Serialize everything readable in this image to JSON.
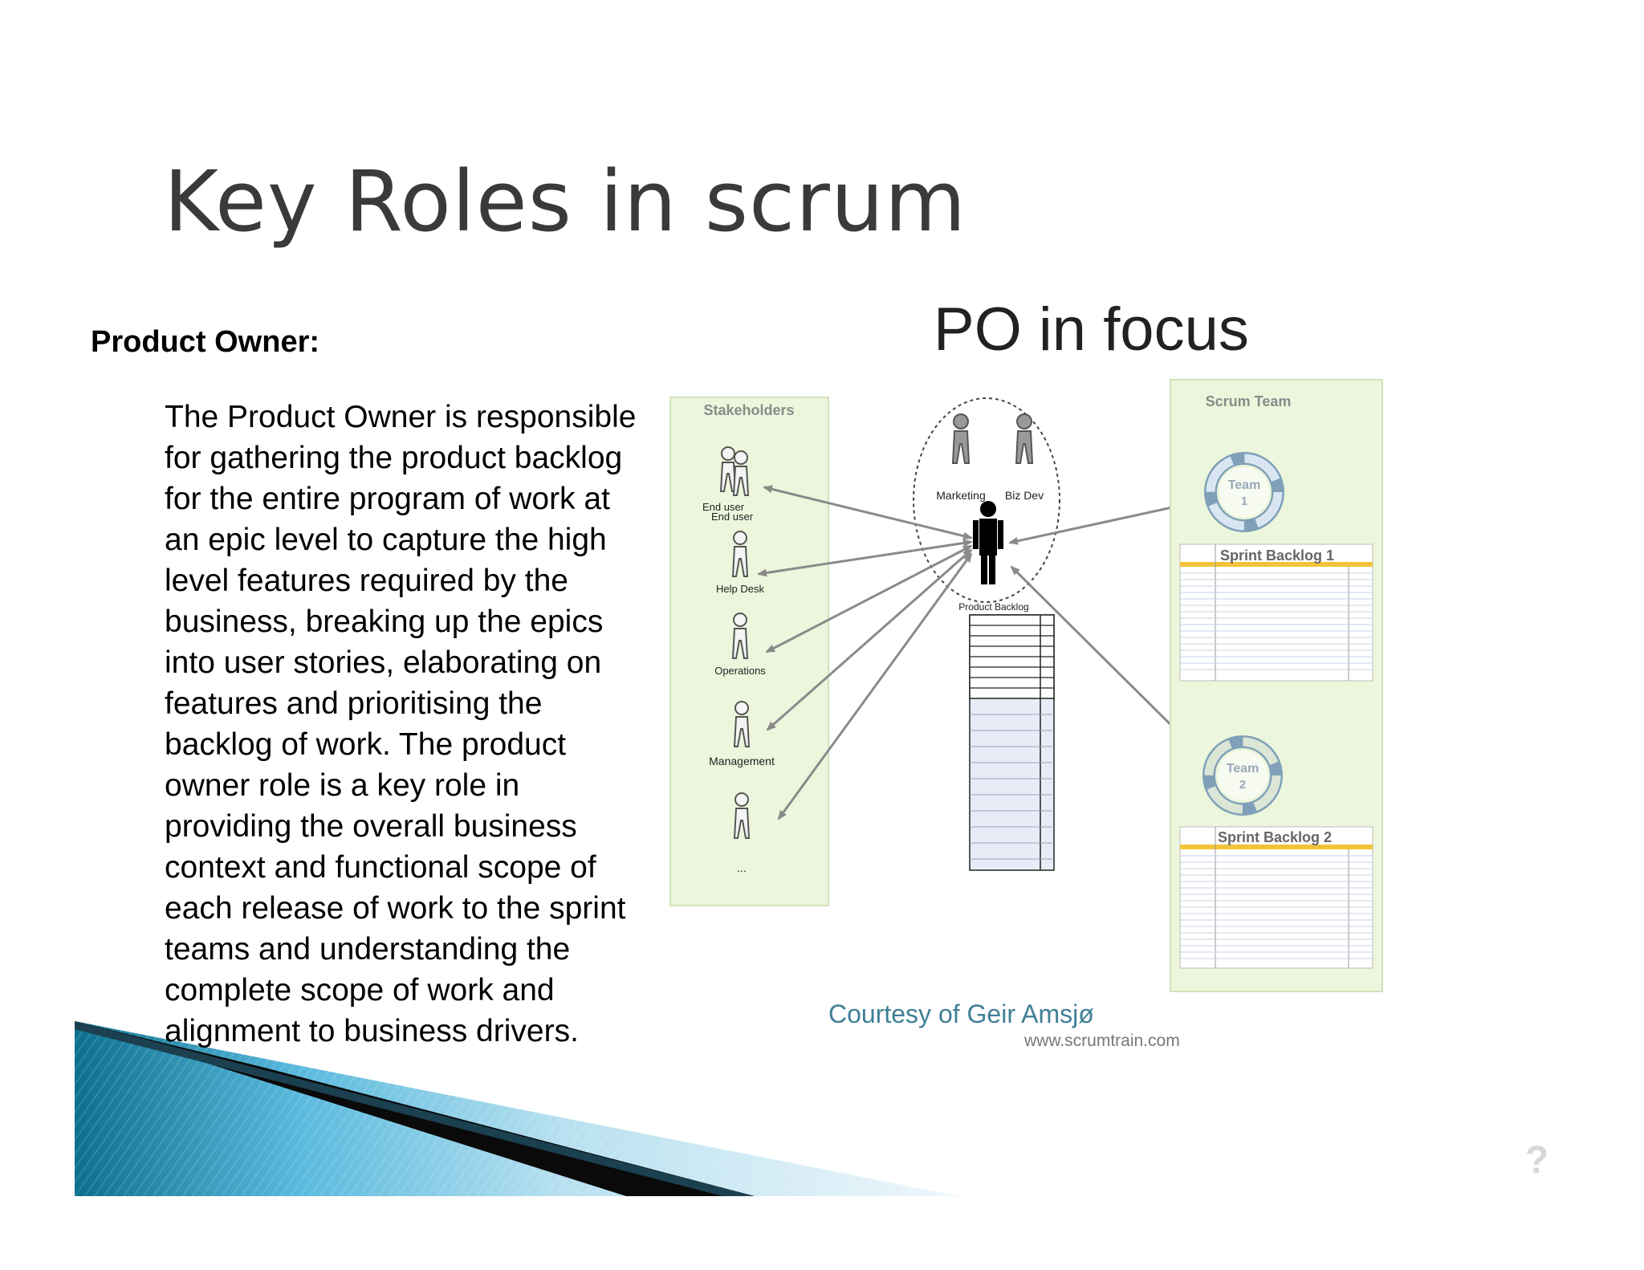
{
  "slide": {
    "title": "Key Roles in scrum",
    "section_heading": "Product Owner:",
    "body": "The Product Owner is responsible for gathering the product backlog for the entire program of work at an epic level to capture the high level features required by the business, breaking up the epics into user stories, elaborating on features and prioritising the backlog of work. The product owner role is a key role in providing the overall business context and functional scope of each release of work to the sprint teams and understanding the complete scope of work and alignment to business drivers.",
    "page_number": "?"
  },
  "diagram": {
    "title": "PO in focus",
    "stakeholders_label": "Stakeholders",
    "stakeholders": [
      "End user",
      "End user",
      "Help Desk",
      "Operations",
      "Management",
      "..."
    ],
    "marketing_label": "Marketing",
    "bizdev_label": "Biz Dev",
    "product_backlog_label": "Product Backlog",
    "scrum_team_label": "Scrum Team",
    "team1_label": "Team",
    "team1_number": "1",
    "team2_label": "Team",
    "team2_number": "2",
    "sprint_backlog1_label": "Sprint Backlog 1",
    "sprint_backlog2_label": "Sprint Backlog 2",
    "courtesy": "Courtesy of Geir Amsjø",
    "website": "www.scrumtrain.com"
  },
  "colors": {
    "title": "#3a3a3a",
    "panel_green": "#ecf6dc",
    "panel_border": "#d2e2bc",
    "arrow": "#8a8a8a",
    "courtesy": "#3f7f96",
    "accent_blue": "#2b93b8"
  }
}
